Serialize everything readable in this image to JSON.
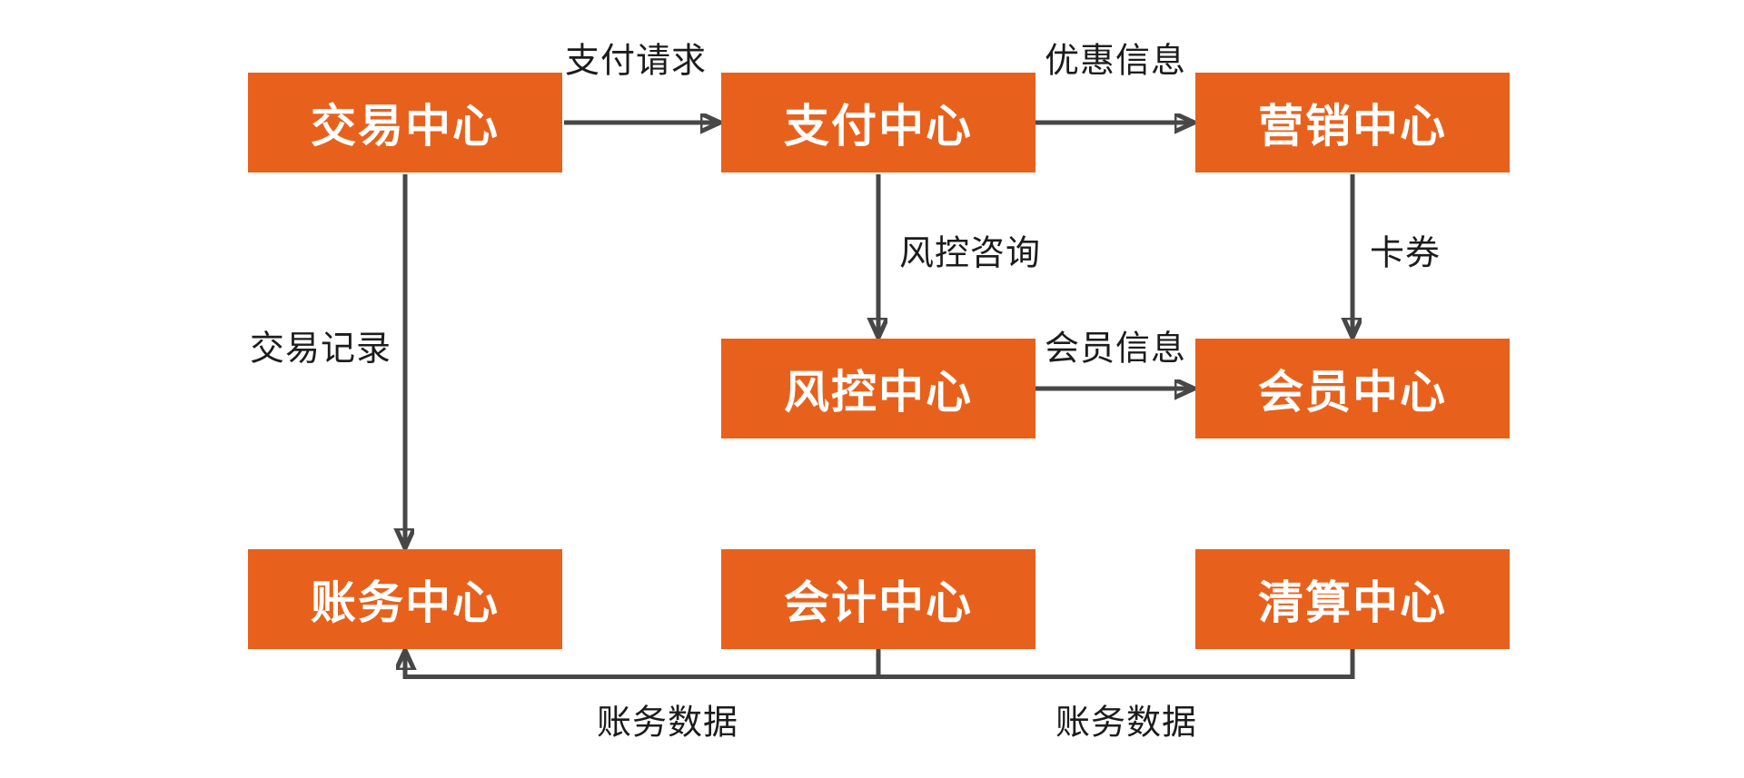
{
  "diagram": {
    "type": "flowchart",
    "colors": {
      "node_fill": "#E8611C",
      "node_text": "#FFFFFF",
      "edge_line": "#474747",
      "edge_label_text": "#1C1C1C",
      "background": "#FFFFFF"
    },
    "nodes": [
      {
        "id": "trade",
        "label": "交易中心"
      },
      {
        "id": "payment",
        "label": "支付中心"
      },
      {
        "id": "marketing",
        "label": "营销中心"
      },
      {
        "id": "risk",
        "label": "风控中心"
      },
      {
        "id": "member",
        "label": "会员中心"
      },
      {
        "id": "billing",
        "label": "账务中心"
      },
      {
        "id": "accounting",
        "label": "会计中心"
      },
      {
        "id": "clearing",
        "label": "清算中心"
      }
    ],
    "edges": [
      {
        "from": "trade",
        "to": "payment",
        "label": "支付请求"
      },
      {
        "from": "payment",
        "to": "marketing",
        "label": "优惠信息"
      },
      {
        "from": "payment",
        "to": "risk",
        "label": "风控咨询"
      },
      {
        "from": "marketing",
        "to": "member",
        "label": "卡券"
      },
      {
        "from": "risk",
        "to": "member",
        "label": "会员信息"
      },
      {
        "from": "trade",
        "to": "billing",
        "label": "交易记录"
      },
      {
        "from": "accounting",
        "to": "billing",
        "label": "账务数据"
      },
      {
        "from": "clearing",
        "to": "billing",
        "label": "账务数据"
      }
    ]
  }
}
